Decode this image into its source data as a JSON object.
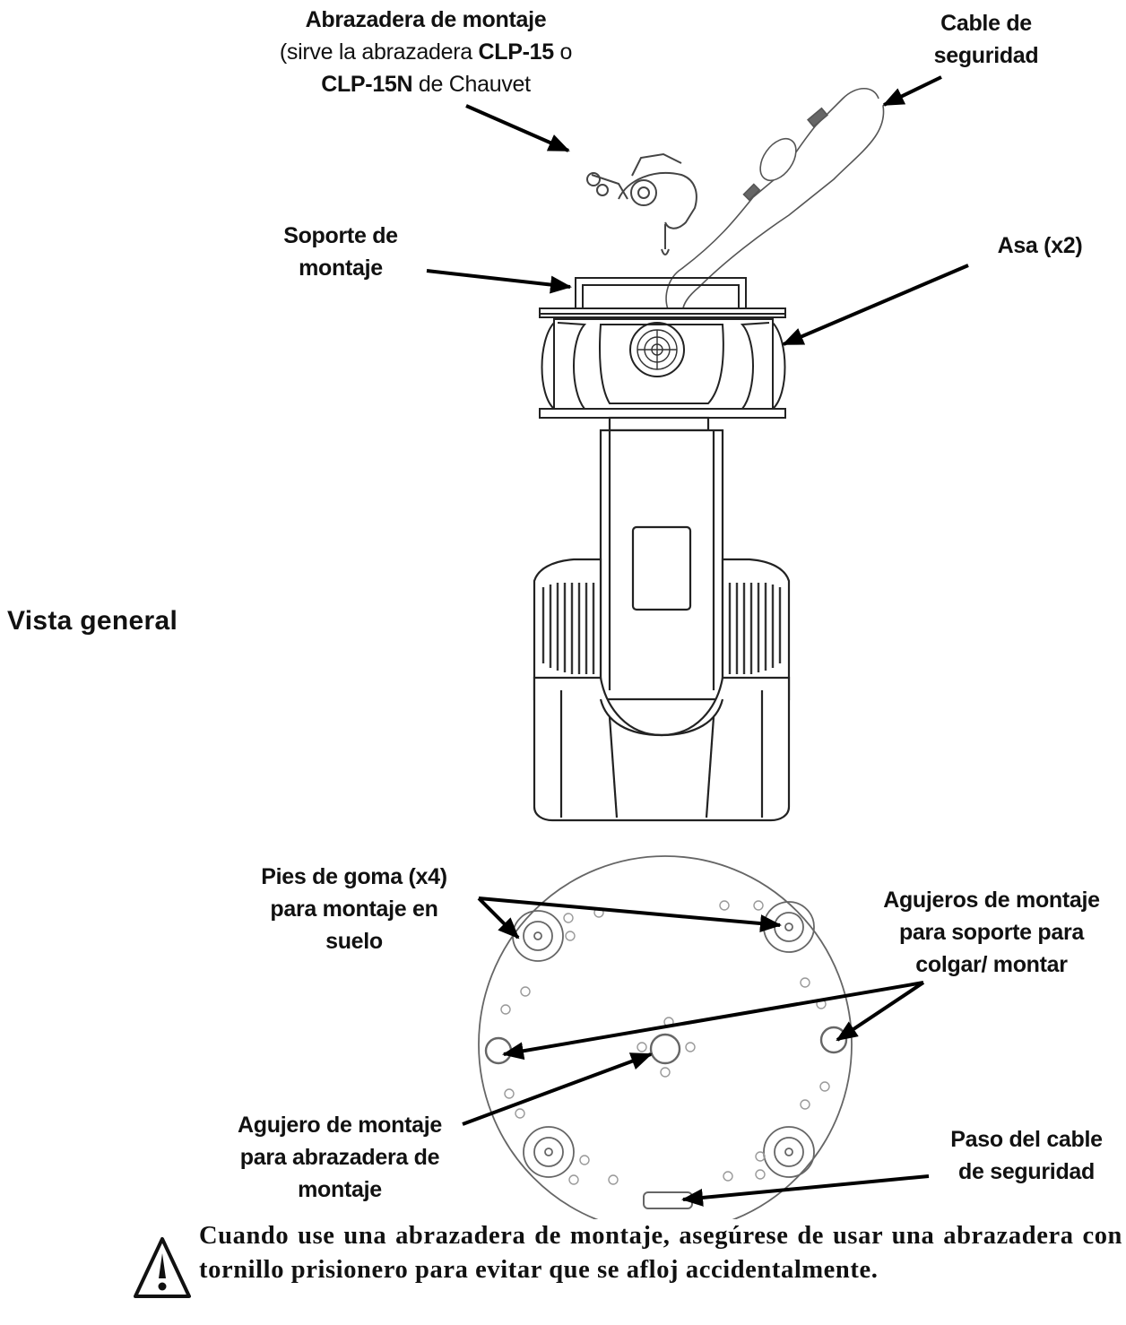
{
  "title": "Vista general",
  "labels": {
    "clamp": {
      "line1": "Abrazadera de montaje",
      "line2_a": "(sirve la abrazadera ",
      "line2_b": "CLP-15",
      "line2_c": " o",
      "line3_a": "CLP-15N",
      "line3_b": " de Chauvet"
    },
    "safety_cable": [
      "Cable de",
      "seguridad"
    ],
    "mount_bracket": [
      "Soporte de",
      "montaje"
    ],
    "handle": "Asa (x2)",
    "rubber_feet": [
      "Pies de goma (x4)",
      "para montaje en",
      "suelo"
    ],
    "mount_holes": [
      "Agujeros de montaje",
      "para soporte para",
      "colgar/ montar"
    ],
    "clamp_hole": [
      "Agujero de montaje",
      "para abrazadera de",
      "montaje"
    ],
    "cable_pass": [
      "Paso del cable",
      "de seguridad"
    ]
  },
  "warning": {
    "icon": "warning-triangle-icon",
    "text": "Cuando use una abrazadera de montaje, asegúrese de usar una abrazadera con tornillo prisionero para evitar que se afloj accidentalmente."
  }
}
